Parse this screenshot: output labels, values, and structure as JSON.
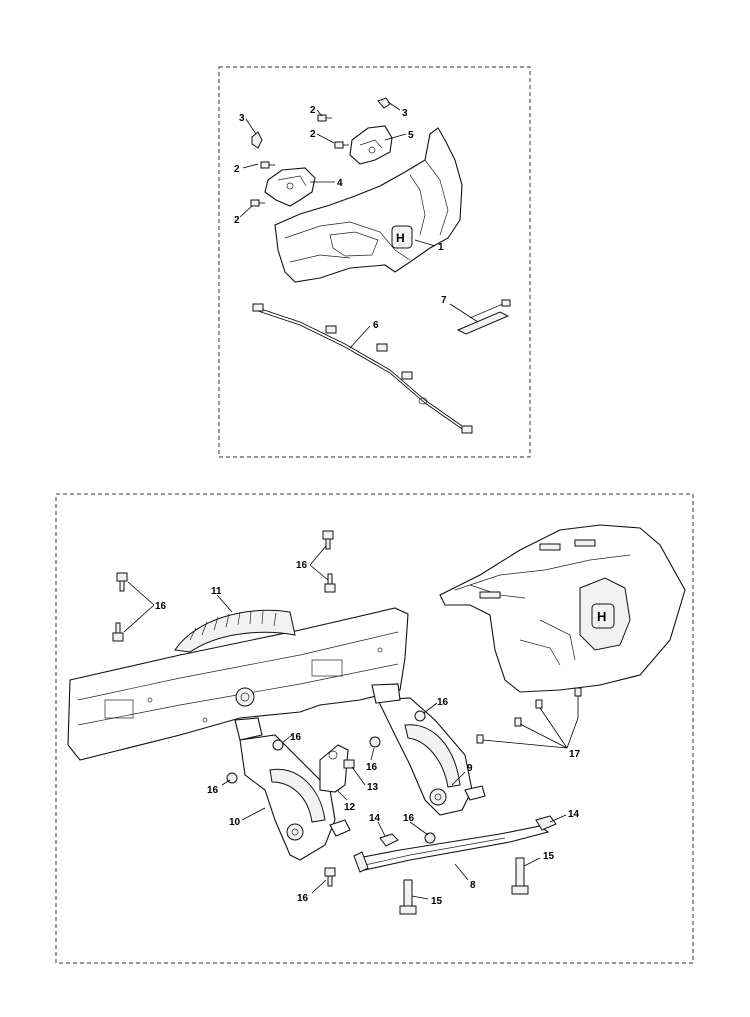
{
  "callouts": {
    "top": [
      {
        "id": "c1",
        "text": "1"
      },
      {
        "id": "c2a",
        "text": "2"
      },
      {
        "id": "c2b",
        "text": "2"
      },
      {
        "id": "c2c",
        "text": "2"
      },
      {
        "id": "c2d",
        "text": "2"
      },
      {
        "id": "c3a",
        "text": "3"
      },
      {
        "id": "c3b",
        "text": "3"
      },
      {
        "id": "c4",
        "text": "4"
      },
      {
        "id": "c5",
        "text": "5"
      },
      {
        "id": "c6",
        "text": "6"
      },
      {
        "id": "c7",
        "text": "7"
      }
    ],
    "bottom": [
      {
        "id": "c8",
        "text": "8"
      },
      {
        "id": "c9",
        "text": "9"
      },
      {
        "id": "c10",
        "text": "10"
      },
      {
        "id": "c11",
        "text": "11"
      },
      {
        "id": "c12",
        "text": "12"
      },
      {
        "id": "c13",
        "text": "13"
      },
      {
        "id": "c14a",
        "text": "14"
      },
      {
        "id": "c14b",
        "text": "14"
      },
      {
        "id": "c15a",
        "text": "15"
      },
      {
        "id": "c15b",
        "text": "15"
      },
      {
        "id": "c16a",
        "text": "16"
      },
      {
        "id": "c16b",
        "text": "16"
      },
      {
        "id": "c16c",
        "text": "16"
      },
      {
        "id": "c16d",
        "text": "16"
      },
      {
        "id": "c16e",
        "text": "16"
      },
      {
        "id": "c16f",
        "text": "16"
      },
      {
        "id": "c16g",
        "text": "16"
      },
      {
        "id": "c16h",
        "text": "16"
      },
      {
        "id": "c17",
        "text": "17"
      }
    ]
  }
}
